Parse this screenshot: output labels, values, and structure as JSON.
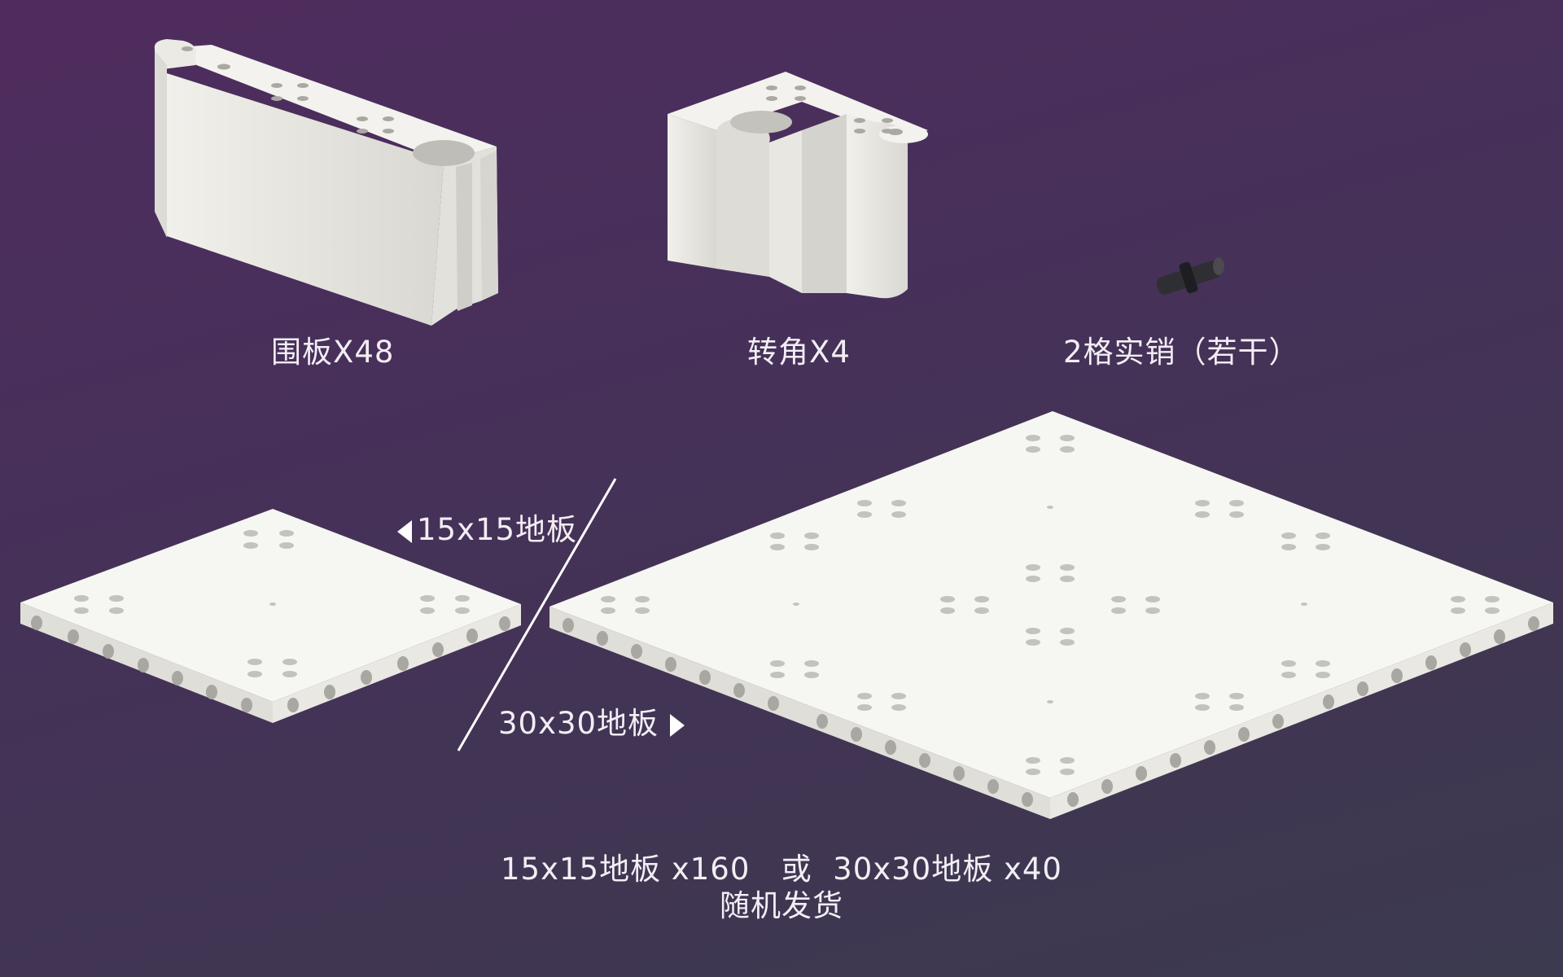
{
  "parts": {
    "panel_label": "围板X48",
    "corner_label": "转角X4",
    "pin_label": "2格实销（若干）"
  },
  "floors": {
    "small_label": "15x15地板",
    "large_label": "30x30地板"
  },
  "footer": {
    "line1": "15x15地板 x160   或  30x30地板 x40",
    "line2": "随机发货"
  },
  "colors": {
    "background_top": "#4f2c5e",
    "background_bottom": "#3b3a4f",
    "part_white": "#ecebe6",
    "part_shadow": "#cfcec8"
  }
}
